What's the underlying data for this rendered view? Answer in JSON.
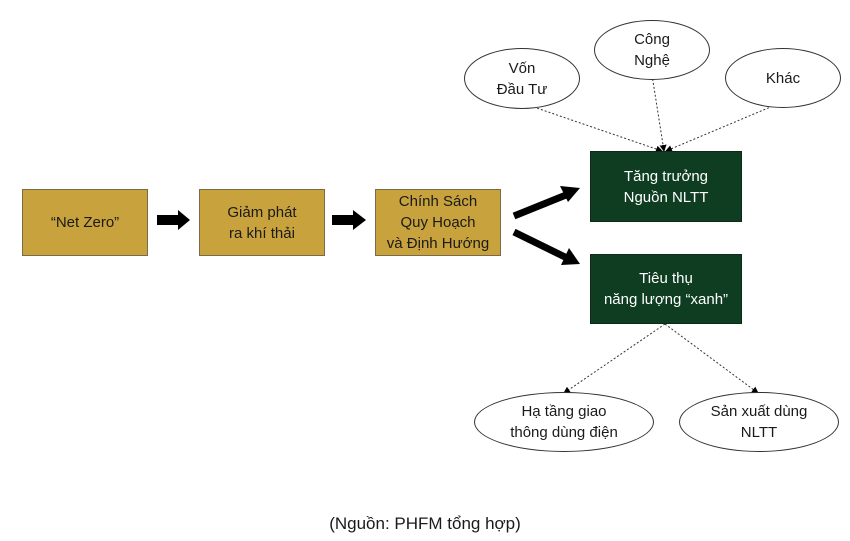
{
  "nodes": {
    "net_zero": "“Net Zero”",
    "giam_phat": "Giảm phát\nra khí thải",
    "chinh_sach": "Chính Sách\nQuy Hoạch\nvà Định Hướng",
    "tang_truong": "Tăng trưởng\nNguồn NLTT",
    "tieu_thu": "Tiêu thụ\nnăng lượng “xanh”",
    "von": "Vốn\nĐầu Tư",
    "cong_nghe": "Công\nNghệ",
    "khac": "Khác",
    "ha_tang": "Hạ tầng giao\nthông dùng điện",
    "san_xuat": "Sản xuất dùng\nNLTT"
  },
  "colors": {
    "gold_box": "#C8A23C",
    "green_box": "#0F3D22"
  },
  "caption": "(Nguồn: PHFM tổng hợp)"
}
